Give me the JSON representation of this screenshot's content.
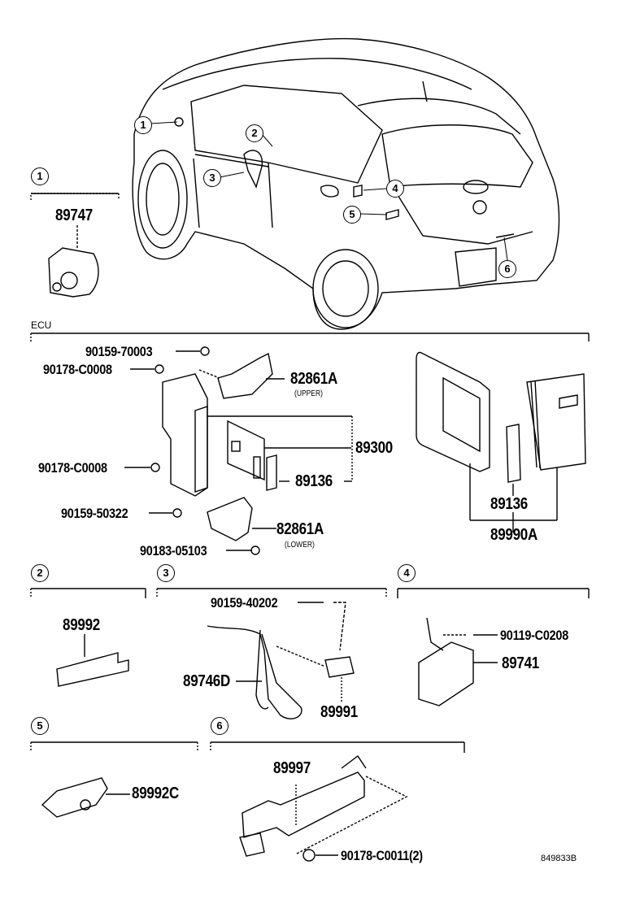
{
  "diagram": {
    "type": "parts-catalog-illustration",
    "subject": "Vehicle smart key / ECU system components (hatchback)",
    "drawing_number": "849833B",
    "callouts": [
      "1",
      "2",
      "3",
      "4",
      "5",
      "6"
    ],
    "sections": {
      "s1": {
        "callout": "1",
        "parts": [
          "89747"
        ]
      },
      "ecu": {
        "title": "ECU",
        "parts": [
          "90159-70003",
          "90178-C0008",
          "82861A",
          "89300",
          "90178-C0008",
          "89136",
          "90159-50322",
          "82861A",
          "90183-05103"
        ],
        "bracket_upper_note": "(UPPER)",
        "bracket_lower_note": "(LOWER)",
        "kit_parts": [
          "89136",
          "89990A"
        ]
      },
      "s2": {
        "callout": "2",
        "parts": [
          "89992"
        ]
      },
      "s3": {
        "callout": "3",
        "parts": [
          "90159-40202",
          "89746D",
          "89991"
        ]
      },
      "s4": {
        "callout": "4",
        "parts": [
          "90119-C0208",
          "89741"
        ]
      },
      "s5": {
        "callout": "5",
        "parts": [
          "89992C"
        ]
      },
      "s6": {
        "callout": "6",
        "parts": [
          "89997",
          "90178-C0011(2)"
        ]
      }
    }
  }
}
